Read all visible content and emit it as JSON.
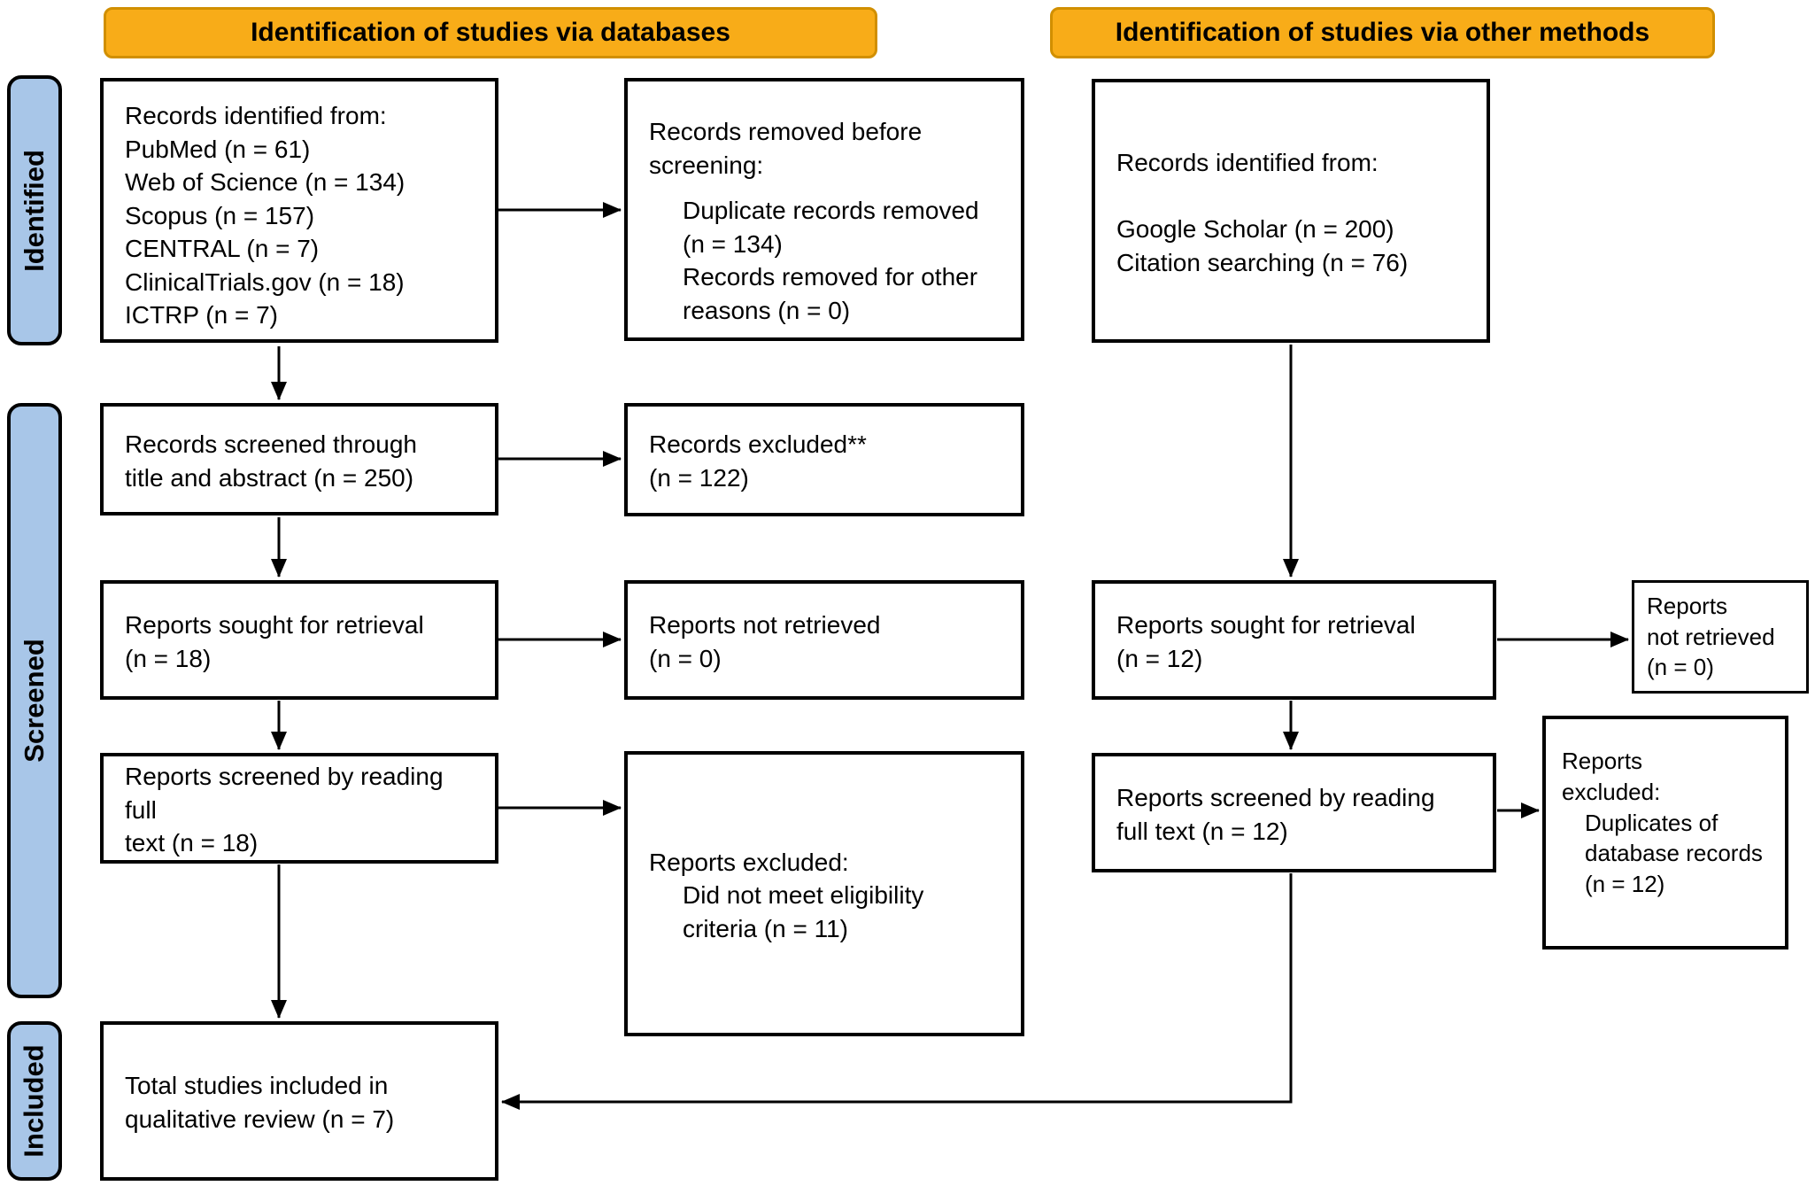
{
  "banners": {
    "databases": "Identification of studies via databases",
    "other_methods": "Identification of studies via other methods"
  },
  "sidebar": {
    "identified": "Identified",
    "screened": "Screened",
    "included": "Included"
  },
  "colors": {
    "banner_fill": "#F8AC18",
    "banner_border": "#D18F00",
    "sidebar_fill": "#A8C6E8",
    "box_border": "#000000",
    "arrow": "#000000"
  },
  "boxes": {
    "db_identified": {
      "lines": [
        "Records identified from:",
        "PubMed (n = 61)",
        "Web of Science (n = 134)",
        "Scopus (n = 157)",
        "CENTRAL (n = 7)",
        "ClinicalTrials.gov (n = 18)",
        "ICTRP (n = 7)"
      ]
    },
    "records_removed": {
      "title_lines": [
        "Records removed before",
        "screening:"
      ],
      "item_lines": [
        "Duplicate records removed",
        "(n = 134)",
        "Records removed for other",
        "reasons (n = 0)"
      ]
    },
    "other_identified": {
      "title": "Records identified from:",
      "item_lines": [
        "Google Scholar (n = 200)",
        "Citation searching (n = 76)"
      ]
    },
    "records_screened": {
      "lines": [
        "Records screened through",
        "title and abstract (n = 250)"
      ]
    },
    "records_excluded": {
      "lines": [
        "Records excluded**",
        "(n = 122)"
      ]
    },
    "reports_sought_db": {
      "lines": [
        "Reports sought for retrieval",
        "(n = 18)"
      ]
    },
    "reports_not_retrieved_db": {
      "lines": [
        "Reports not retrieved",
        "(n = 0)"
      ]
    },
    "reports_fulltext_db": {
      "lines": [
        "Reports screened by reading full",
        "text (n = 18)"
      ]
    },
    "reports_excluded_db": {
      "title": "Reports excluded:",
      "item_lines": [
        "Did not meet eligibility",
        "criteria (n = 11)"
      ]
    },
    "reports_sought_other": {
      "lines": [
        "Reports sought for retrieval",
        "(n = 12)"
      ]
    },
    "reports_not_retrieved_other": {
      "lines": [
        "Reports",
        "not retrieved",
        "(n = 0)"
      ]
    },
    "reports_fulltext_other": {
      "lines": [
        "Reports screened by reading",
        "full text (n = 12)"
      ]
    },
    "reports_excluded_other": {
      "title_lines": [
        "Reports",
        "excluded:"
      ],
      "item_lines": [
        "Duplicates of",
        "database records",
        "(n = 12)"
      ]
    },
    "total_included": {
      "lines": [
        "Total studies included in",
        "qualitative review (n = 7)"
      ]
    }
  }
}
